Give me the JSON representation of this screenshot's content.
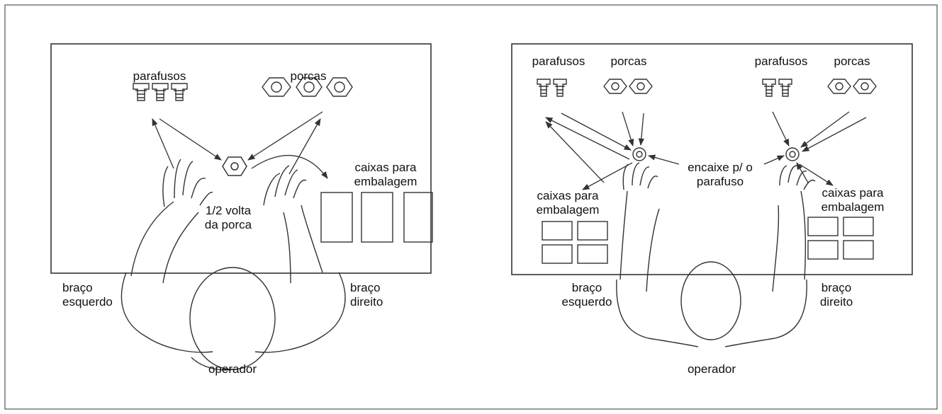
{
  "panels": [
    {
      "labels": {
        "bolts": "parafusos",
        "nuts": "porcas",
        "boxes": "caixas para embalagem",
        "nut_turn": "1/2 volta da porca",
        "left_arm": "braço esquerdo",
        "right_arm": "braço direito",
        "operator": "operador"
      }
    },
    {
      "labels": {
        "bolts_left": "parafusos",
        "nuts_left": "porcas",
        "bolts_right": "parafusos",
        "nuts_right": "porcas",
        "fit_slot": "encaixe p/ o parafuso",
        "boxes_left": "caixas para embalagem",
        "boxes_right": "caixas para embalagem",
        "left_arm": "braço esquerdo",
        "right_arm": "braço direito",
        "operator": "operador"
      }
    }
  ],
  "colors": {
    "stroke": "#333333",
    "frame": "#555555",
    "text": "#111111"
  }
}
